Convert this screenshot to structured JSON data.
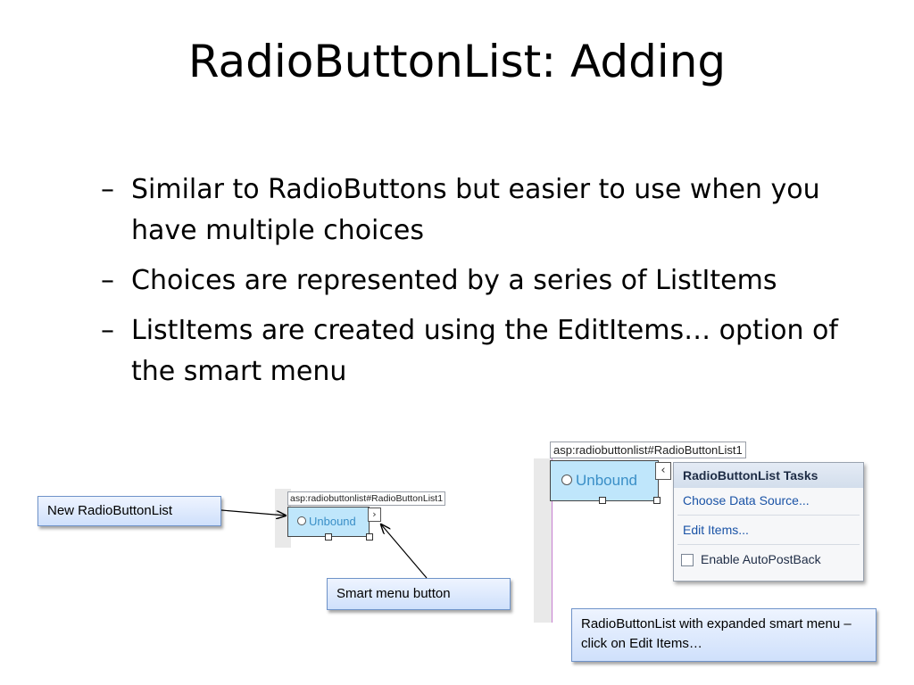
{
  "slide": {
    "title": "RadioButtonList: Adding",
    "bullet_marker": "–",
    "bullets": [
      "Similar to RadioButtons but easier to use when you have multiple choices",
      "Choices are represented by a series of ListItems",
      "ListItems are created using the EditItems… option of the smart menu"
    ]
  },
  "callouts": {
    "new_list": "New RadioButtonList",
    "smart_button": "Smart menu button",
    "expanded": "RadioButtonList with expanded smart menu – click on Edit Items…"
  },
  "designer_small": {
    "tag": "asp:radiobuttonlist#RadioButtonList1",
    "item_text": "Unbound",
    "smart_glyph": "›"
  },
  "designer_large": {
    "tag": "asp:radiobuttonlist#RadioButtonList1",
    "item_text": "Unbound",
    "smart_glyph": "‹",
    "tasks_menu": {
      "header": "RadioButtonList Tasks",
      "choose_data_source": "Choose Data Source...",
      "edit_items": "Edit Items...",
      "enable_autopostback": "Enable AutoPostBack",
      "autopostback_checked": false
    }
  },
  "colors": {
    "callout_border": "#6f93c9",
    "link_blue": "#1a53a6",
    "unbound_text": "#3a8fc7"
  }
}
